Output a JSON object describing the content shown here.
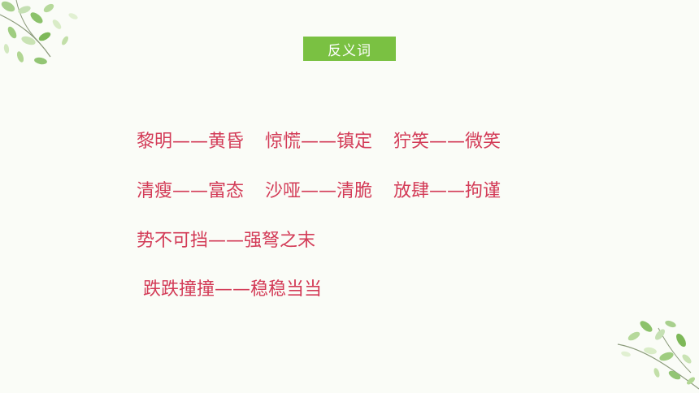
{
  "slide": {
    "title": "反义词",
    "rows": [
      [
        "黎明——黄昏",
        "惊慌——镇定",
        "狞笑——微笑"
      ],
      [
        "清瘦——富态",
        "沙哑——清脆",
        "放肆——拘谨"
      ],
      [
        "势不可挡——强弩之末"
      ],
      [
        "跌跌撞撞——稳稳当当"
      ]
    ]
  },
  "colors": {
    "title_bg": "#7ac142",
    "title_text": "#ffffff",
    "pair_text": "#d33b57",
    "background": "#fafcf7"
  },
  "icons": [
    "leaf-branch-decoration-top-left",
    "leaf-branch-decoration-bottom-right"
  ]
}
